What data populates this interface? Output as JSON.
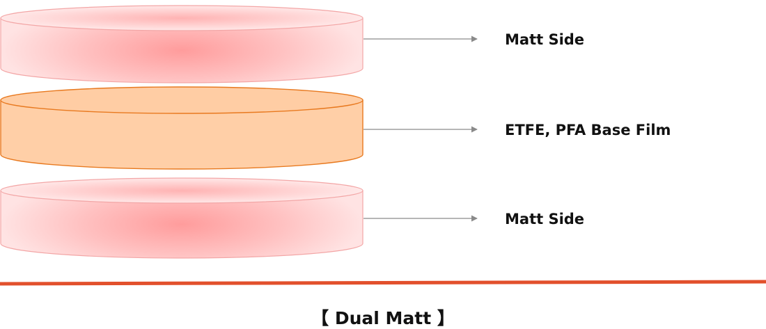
{
  "layers": [
    {
      "label": "Matt Side",
      "kind": "matt"
    },
    {
      "label": "ETFE, PFA Base Film",
      "kind": "base"
    },
    {
      "label": "Matt Side",
      "kind": "matt"
    }
  ],
  "caption": "【 Dual Matt 】",
  "colors": {
    "matt_center": "#ff9b9b",
    "matt_edge": "#ffe0e0",
    "matt_stroke": "#f3a6a6",
    "base_fill": "#ffcfa7",
    "base_stroke": "#e8791f",
    "arrow": "#8a8a8a",
    "divider": "#e2502c",
    "text": "#111111"
  }
}
